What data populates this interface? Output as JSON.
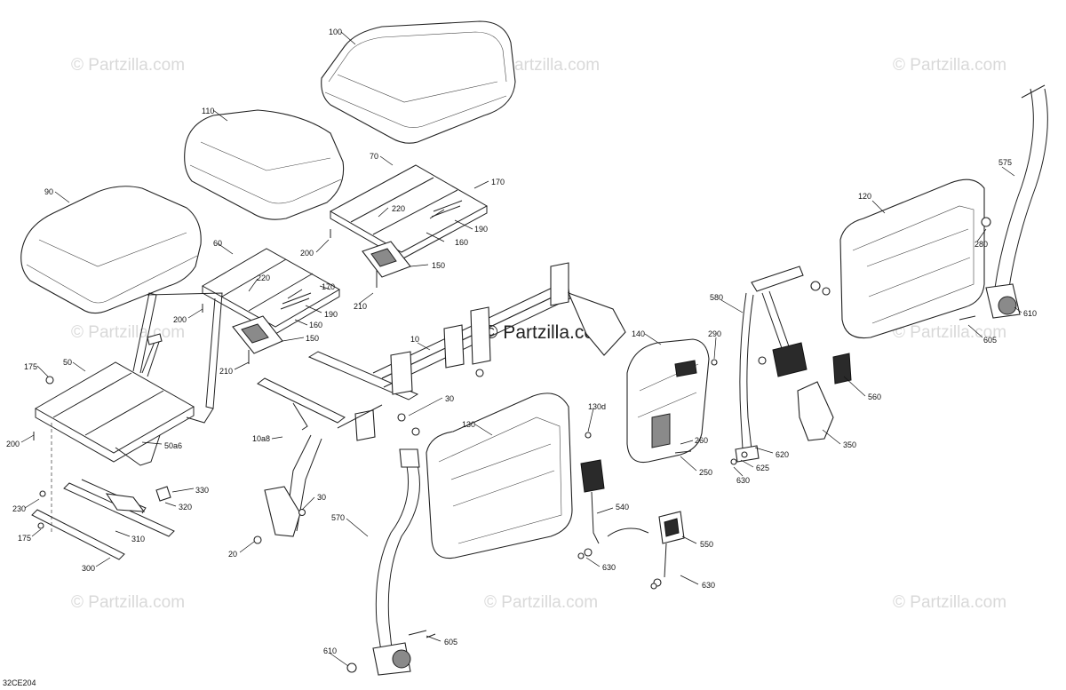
{
  "watermarks": {
    "text": "© Partzilla.com",
    "center_text": "© Partzilla.com"
  },
  "diagram_code": "32CE204",
  "callouts": [
    {
      "id": "c100",
      "text": "100"
    },
    {
      "id": "c110",
      "text": "110"
    },
    {
      "id": "c90",
      "text": "90"
    },
    {
      "id": "c70",
      "text": "70"
    },
    {
      "id": "c170a",
      "text": "170"
    },
    {
      "id": "c220a",
      "text": "220"
    },
    {
      "id": "c190a",
      "text": "190"
    },
    {
      "id": "c160a",
      "text": "160"
    },
    {
      "id": "c200a",
      "text": "200"
    },
    {
      "id": "c150a",
      "text": "150"
    },
    {
      "id": "c210a",
      "text": "210"
    },
    {
      "id": "c60",
      "text": "60"
    },
    {
      "id": "c220b",
      "text": "220"
    },
    {
      "id": "c170b",
      "text": "170"
    },
    {
      "id": "c190b",
      "text": "190"
    },
    {
      "id": "c160b",
      "text": "160"
    },
    {
      "id": "c200b",
      "text": "200"
    },
    {
      "id": "c150b",
      "text": "150"
    },
    {
      "id": "c210b",
      "text": "210"
    },
    {
      "id": "c175a",
      "text": "175"
    },
    {
      "id": "c50",
      "text": "50"
    },
    {
      "id": "c200c",
      "text": "200"
    },
    {
      "id": "c50a6",
      "text": "50a6"
    },
    {
      "id": "c330",
      "text": "330"
    },
    {
      "id": "c230",
      "text": "230"
    },
    {
      "id": "c320",
      "text": "320"
    },
    {
      "id": "c175b",
      "text": "175"
    },
    {
      "id": "c310",
      "text": "310"
    },
    {
      "id": "c300",
      "text": "300"
    },
    {
      "id": "c10",
      "text": "10"
    },
    {
      "id": "c30a",
      "text": "30"
    },
    {
      "id": "c10a8",
      "text": "10a8"
    },
    {
      "id": "c30b",
      "text": "30"
    },
    {
      "id": "c20",
      "text": "20"
    },
    {
      "id": "c130",
      "text": "130"
    },
    {
      "id": "c130d",
      "text": "130d"
    },
    {
      "id": "c570",
      "text": "570"
    },
    {
      "id": "c605a",
      "text": "605"
    },
    {
      "id": "c610a",
      "text": "610"
    },
    {
      "id": "c140",
      "text": "140"
    },
    {
      "id": "c290",
      "text": "290"
    },
    {
      "id": "c260",
      "text": "260"
    },
    {
      "id": "c250",
      "text": "250"
    },
    {
      "id": "c540",
      "text": "540"
    },
    {
      "id": "c630a",
      "text": "630"
    },
    {
      "id": "c550",
      "text": "550"
    },
    {
      "id": "c630b",
      "text": "630"
    },
    {
      "id": "c580",
      "text": "580"
    },
    {
      "id": "c620",
      "text": "620"
    },
    {
      "id": "c625",
      "text": "625"
    },
    {
      "id": "c630c",
      "text": "630"
    },
    {
      "id": "c560",
      "text": "560"
    },
    {
      "id": "c350",
      "text": "350"
    },
    {
      "id": "c120",
      "text": "120"
    },
    {
      "id": "c280",
      "text": "280"
    },
    {
      "id": "c575",
      "text": "575"
    },
    {
      "id": "c610b",
      "text": "610"
    },
    {
      "id": "c605b",
      "text": "605"
    }
  ]
}
